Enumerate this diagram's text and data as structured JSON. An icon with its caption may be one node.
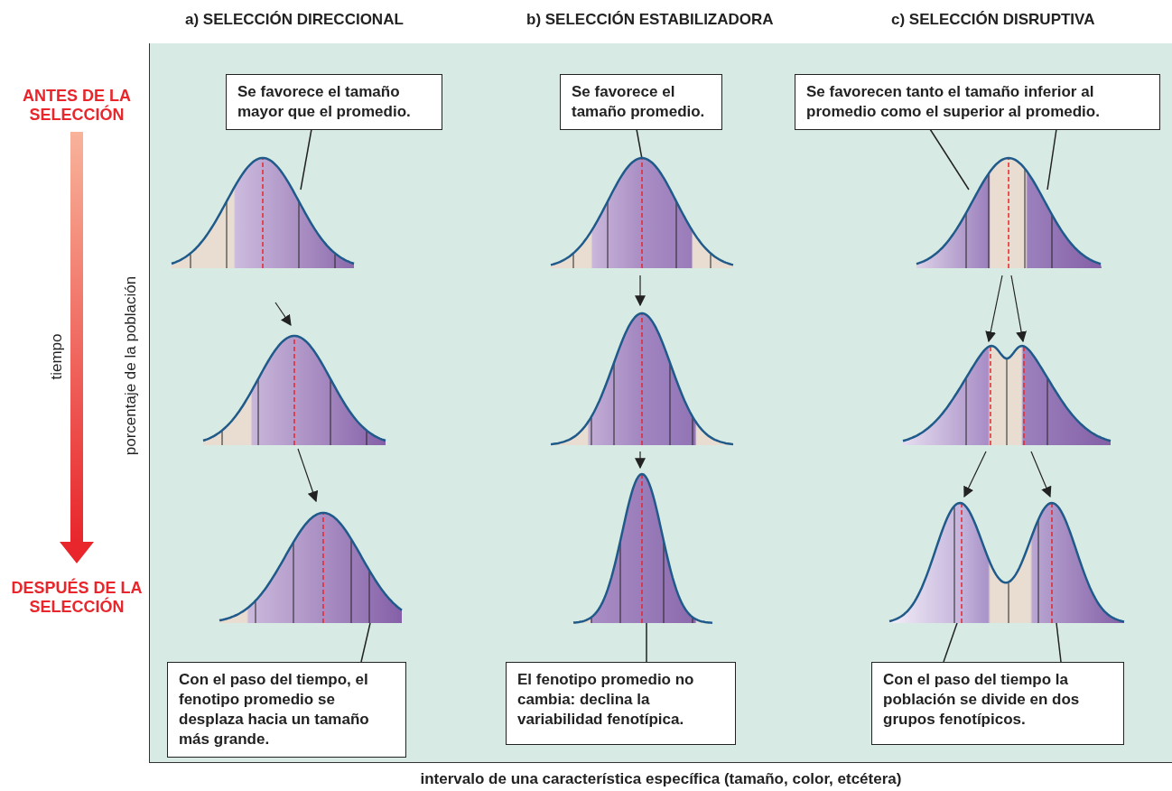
{
  "diagram": {
    "nodes": [
      {
        "text": [
          "Se favorece el tamaño mayor que el promedio."
        ]
      },
      {
        "text": [],
        "shape": "picture"
      },
      {
        "text": [],
        "shape": "picture"
      },
      {
        "text": [],
        "shape": "picture"
      },
      {
        "text": [
          "Con el paso del tiempo, el fenotipo promedio se desplaza hacia un tamaño más grande."
        ]
      },
      {
        "text": [
          "Se favorece el tamaño promedio."
        ]
      },
      {
        "text": [],
        "shape": "picture"
      },
      {
        "text": [],
        "shape": "picture"
      },
      {
        "text": [],
        "shape": "picture"
      },
      {
        "text": [
          "El fenotipo promedio no cambia: declina la variabilidad fenotípica."
        ]
      },
      {
        "text": [
          "Se favorecen tanto el tamaño inferior al promedio como el superior al promedio."
        ]
      },
      {
        "text": [],
        "shape": "picture"
      },
      {
        "text": [],
        "shape": "picture"
      },
      {
        "text": [],
        "shape": "picture"
      },
      {
        "text": [
          "Con el paso del tiempo la población se divide en dos grupos fenotípicos."
        ]
      }
    ],
    "edges": [
      {
        "from": 0,
        "to": 1,
        "arrow": "none"
      },
      {
        "from": 1,
        "to": 2,
        "arrow": "to"
      },
      {
        "from": 2,
        "to": 3,
        "arrow": "to"
      },
      {
        "from": 4,
        "to": 3,
        "arrow": "none"
      },
      {
        "from": 5,
        "to": 6,
        "arrow": "none"
      },
      {
        "from": 6,
        "to": 7,
        "arrow": "to"
      },
      {
        "from": 7,
        "to": 8,
        "arrow": "to"
      },
      {
        "from": 9,
        "to": 8,
        "arrow": "none"
      },
      {
        "from": 10,
        "to": 11,
        "arrow": "none"
      },
      {
        "from": 10,
        "to": 11,
        "arrow": "none"
      },
      {
        "from": 11,
        "to": 12,
        "arrow": "to"
      },
      {
        "from": 11,
        "to": 12,
        "arrow": "to"
      },
      {
        "from": 12,
        "to": 13,
        "arrow": "to"
      },
      {
        "from": 12,
        "to": 13,
        "arrow": "to"
      },
      {
        "from": 14,
        "to": 13,
        "arrow": "none"
      },
      {
        "from": 14,
        "to": 13,
        "arrow": "none"
      }
    ],
    "labels": [
      "a) SELECCIÓN DIRECCIONAL",
      "b) SELECCIÓN ESTABILIZADORA",
      "c) SELECCIÓN DISRUPTIVA",
      "ANTES DE LA SELECCIÓN",
      "tiempo",
      "porcentaje de la población",
      "DESPUÉS DE LA SELECCIÓN",
      "intervalo de una característica específica (tamaño, color, etcétera)"
    ]
  }
}
